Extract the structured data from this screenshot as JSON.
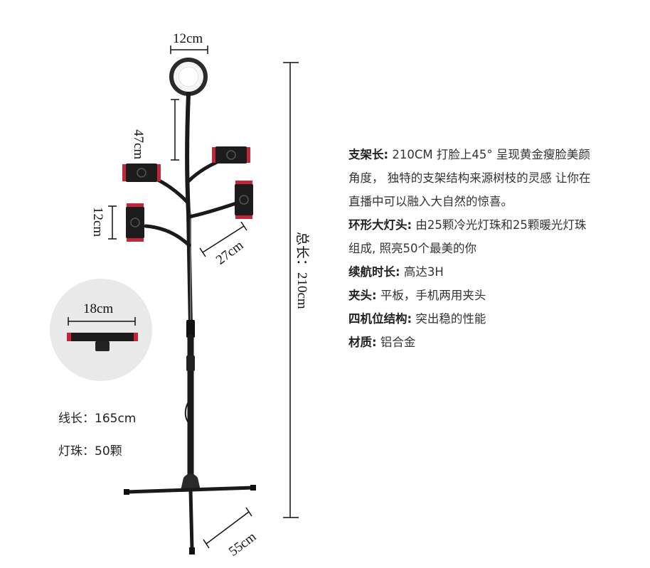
{
  "dimensions": {
    "ring_width": "12cm",
    "neck_length": "47cm",
    "clamp_height": "12cm",
    "arm_length": "27cm",
    "clamp_width": "18cm",
    "total_length": "总长：210cm",
    "base_leg": "55cm"
  },
  "bottom_specs": {
    "cable": "线长：165cm",
    "beads": "灯珠：50颗"
  },
  "specs": [
    {
      "label": "支架长:",
      "text": " 210CM 打脸上45° 呈现黄金瘦脸美颜"
    },
    {
      "label": "",
      "text": "角度， 独特的支架结构来源树枝的灵感 让你在"
    },
    {
      "label": "",
      "text": "直播中可以融入大自然的惊喜。"
    },
    {
      "label": "环形大灯头:",
      "text": " 由25颗冷光灯珠和25颗暖光灯珠"
    },
    {
      "label": "",
      "text": "组成, 照亮50个最美的你"
    },
    {
      "label": "续航时长:",
      "text": " 高达3H"
    },
    {
      "label": "夹头:",
      "text": " 平板，手机两用夹头"
    },
    {
      "label": "四机位结构:",
      "text": " 突出稳的性能"
    },
    {
      "label": "材质:",
      "text": " 铝合金"
    }
  ],
  "colors": {
    "stand": "#1a1a1a",
    "clamp_accent": "#c0283a",
    "inset_bg": "#e9e9e9"
  }
}
